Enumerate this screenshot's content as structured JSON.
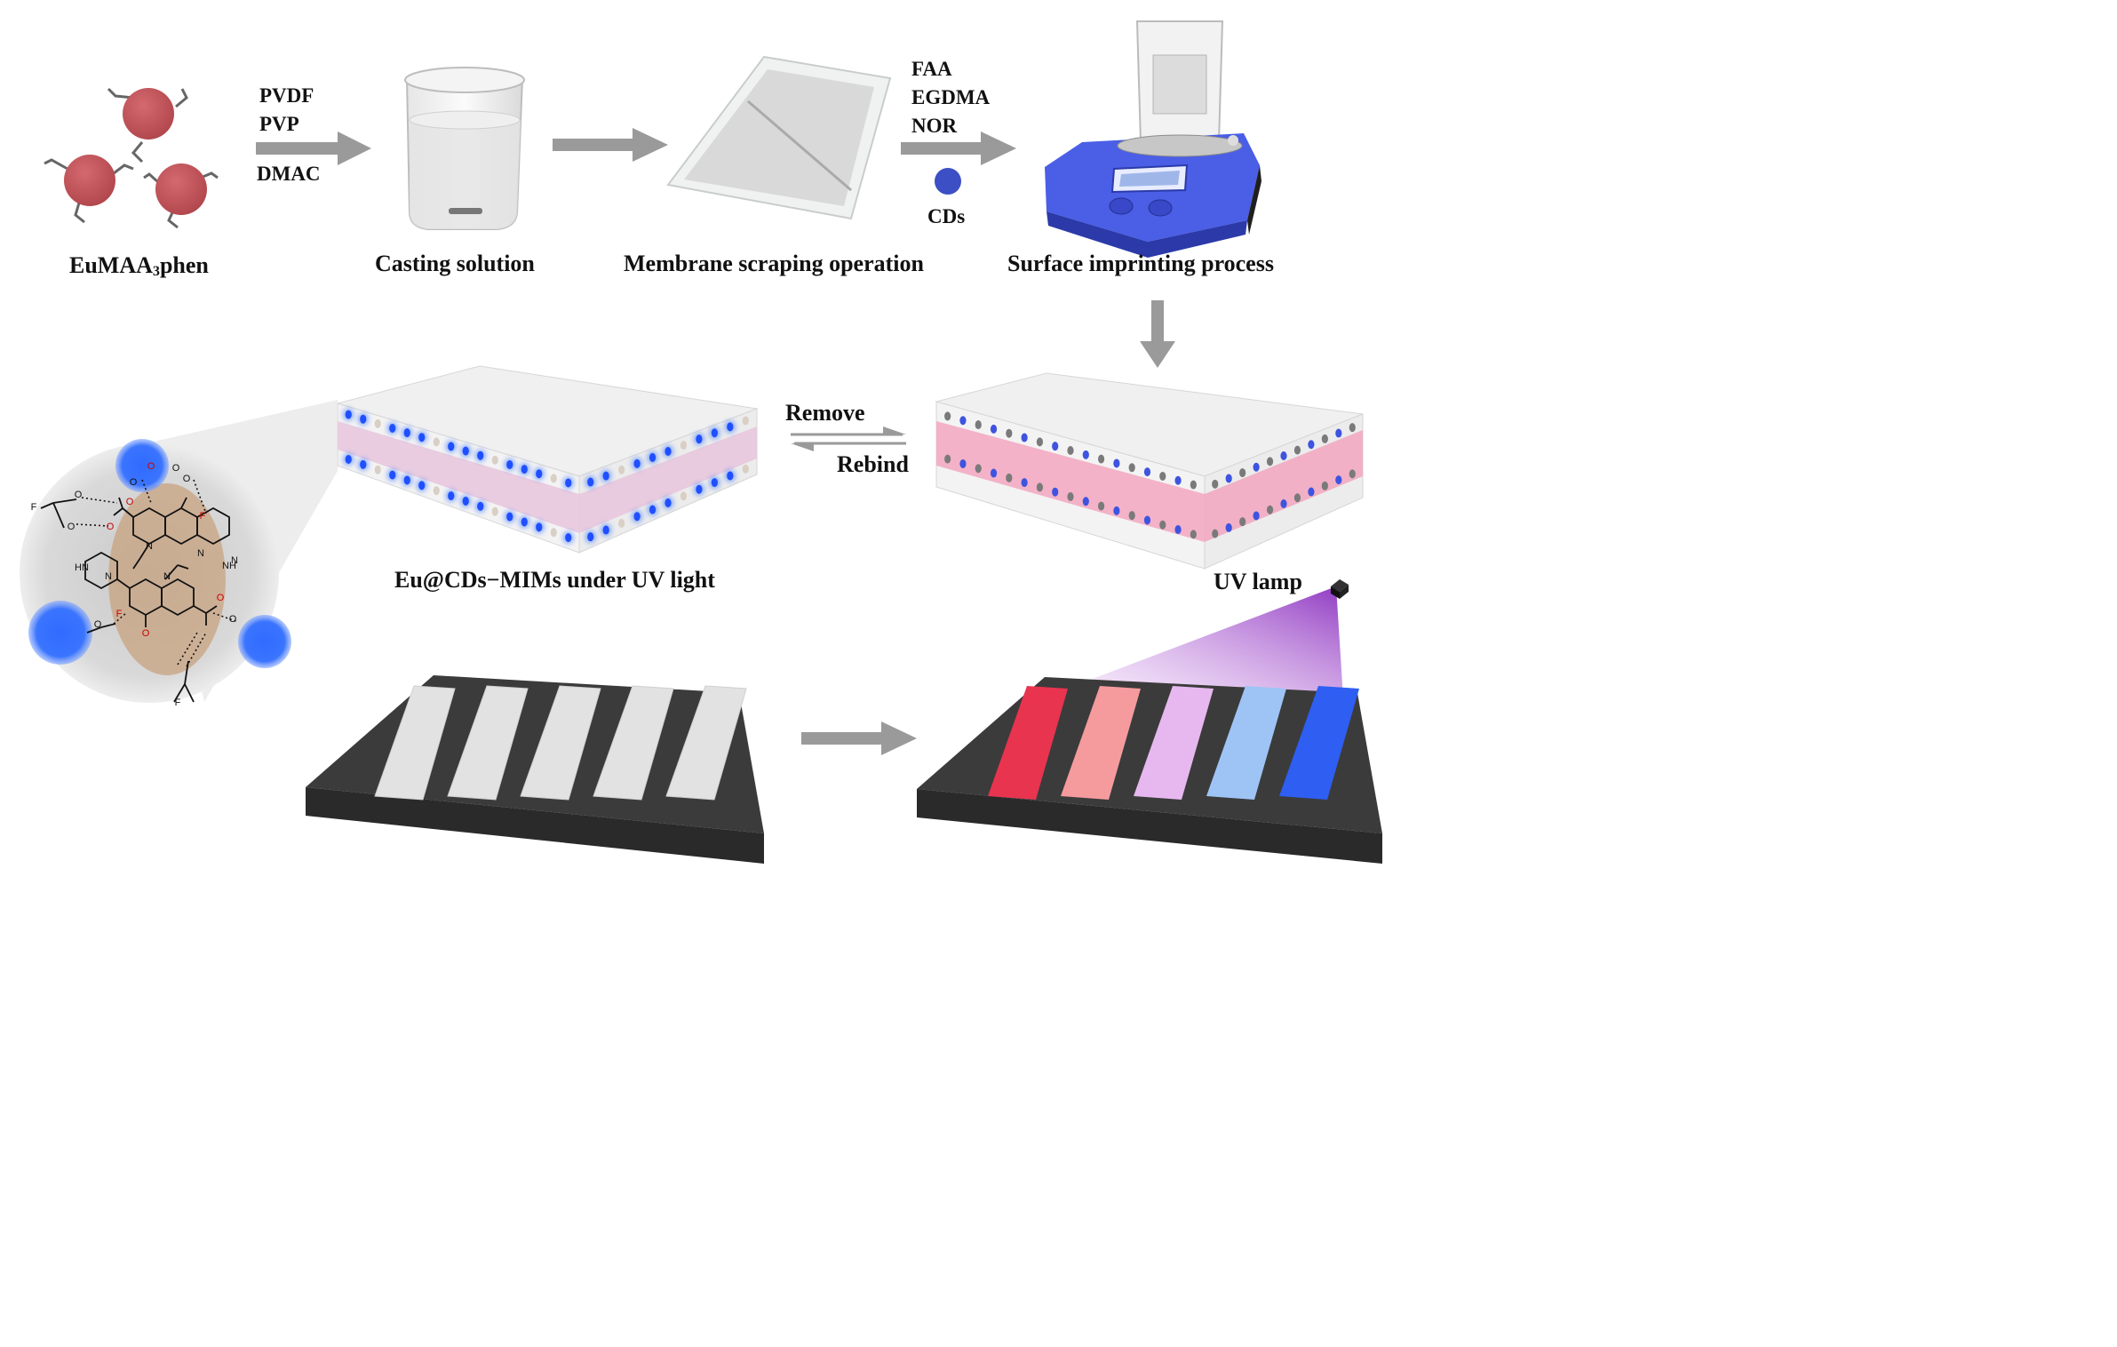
{
  "step1": {
    "label_main": "EuMAA",
    "label_sub": "3",
    "label_tail": "phen"
  },
  "arrow1_reagents": [
    "PVDF",
    "PVP",
    "DMAC"
  ],
  "step2": {
    "label": "Casting solution"
  },
  "step3": {
    "label": "Membrane scraping operation"
  },
  "arrow3_reagents": [
    "FAA",
    "EGDMA",
    "NOR"
  ],
  "cds_label": "CDs",
  "step4": {
    "label": "Surface imprinting process"
  },
  "equilibrium": {
    "forward": "Remove",
    "reverse": "Rebind"
  },
  "membrane_uv": {
    "label": "Eu@CDs−MIMs under UV light"
  },
  "uv_lamp": {
    "label": "UV lamp"
  },
  "molecule_atoms": [
    "O",
    "O",
    "O",
    "O",
    "O",
    "O",
    "F",
    "N",
    "N",
    "N",
    "HN",
    "O",
    "O",
    "O",
    "O",
    "O",
    "O",
    "F",
    "N",
    "N",
    "NH",
    "F",
    "F"
  ],
  "colors": {
    "eu_sphere": "#c0555a",
    "arrow": "#9a9a9a",
    "cds": "#3d4fc4",
    "cd_glow": "#2f6bff",
    "imprint_layer": "#f2a6bf",
    "strip_colors": [
      "#e8344f",
      "#f59b9e",
      "#e7b8ef",
      "#9ec4f5",
      "#2e5ef2"
    ],
    "tray": "#3b3b3b",
    "uv_beam": "#a04cc8"
  }
}
